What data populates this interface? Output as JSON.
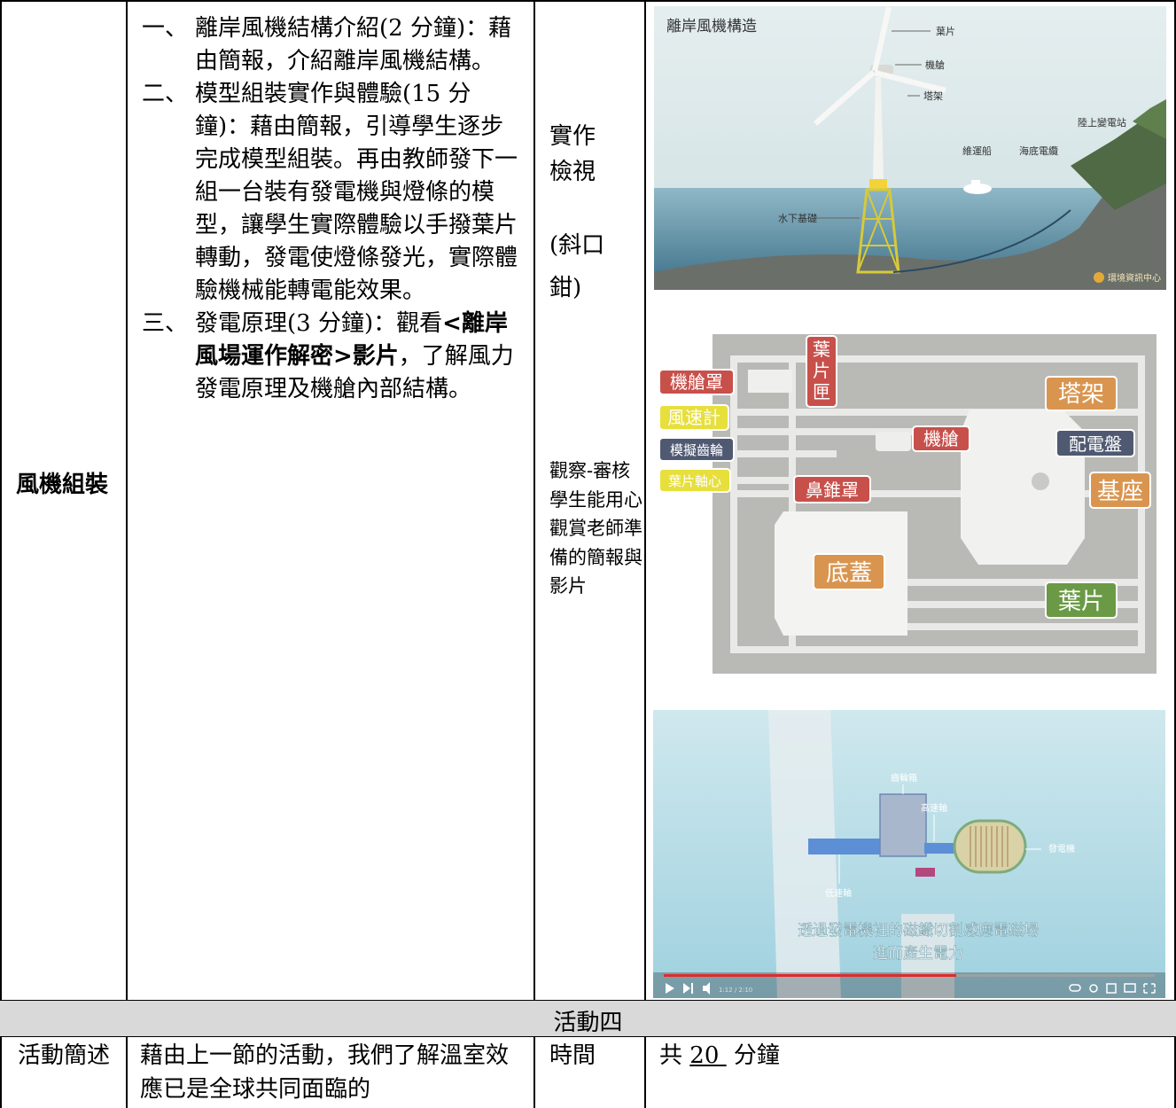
{
  "row1": {
    "category": "風機組裝",
    "activities": [
      {
        "num": "一、",
        "text": "離岸風機結構介紹(2 分鐘)：藉由簡報，介紹離岸風機結構。"
      },
      {
        "num": "二、",
        "text": "模型組裝實作與體驗(15 分鐘)：藉由簡報，引導學生逐步完成模型組裝。再由教師發下一組一台裝有發電機與燈條的模型，讓學生實際體驗以手撥葉片轉動，發電使燈條發光，實際體驗機械能轉電能效果。"
      },
      {
        "num": "三、   ",
        "text_before": "發電原理(3 分鐘)：觀看",
        "bold": "<離岸風場運作解密>影片",
        "text_after": "，了解風力發電原理及機艙內部結構。"
      }
    ],
    "method_lines": [
      "實作",
      "檢視",
      "",
      "(斜口",
      "鉗)"
    ],
    "assessment": "觀察-審核學生能用心觀賞老師準備的簡報與影片"
  },
  "figure1": {
    "title": "離岸風機構造",
    "labels": [
      "葉片",
      "機艙",
      "塔架",
      "陸上變電站",
      "維運船",
      "海底電纜",
      "水下基礎"
    ],
    "logo_text": "環境資訊中心"
  },
  "figure2": {
    "labels": [
      "葉片匣",
      "機艙罩",
      "塔架",
      "風速計",
      "機艙",
      "模擬齒輪",
      "配電盤",
      "葉片軸心",
      "鼻錐罩",
      "基座",
      "底蓋",
      "葉片"
    ],
    "colors": {
      "red": "#c8504b",
      "orange": "#d9954f",
      "yellow": "#e6df3c",
      "slate": "#4f5a72",
      "green": "#6a9a45"
    }
  },
  "figure3": {
    "labels": [
      "齒輪箱",
      "高速軸",
      "發電機",
      "低速軸"
    ],
    "subtitle_line1": "透過發電機裡的磁鐵切割感應電磁場",
    "subtitle_line2": "進而產生電力",
    "time": "1:12 / 2:10"
  },
  "activity4": {
    "header": "活動四",
    "summary_label": "活動簡述",
    "summary_text": "藉由上一節的活動，我們了解溫室效應已是全球共同面臨的",
    "time_label": "時間",
    "time_prefix": "共",
    "time_value": "20",
    "time_suffix": "分鐘"
  }
}
